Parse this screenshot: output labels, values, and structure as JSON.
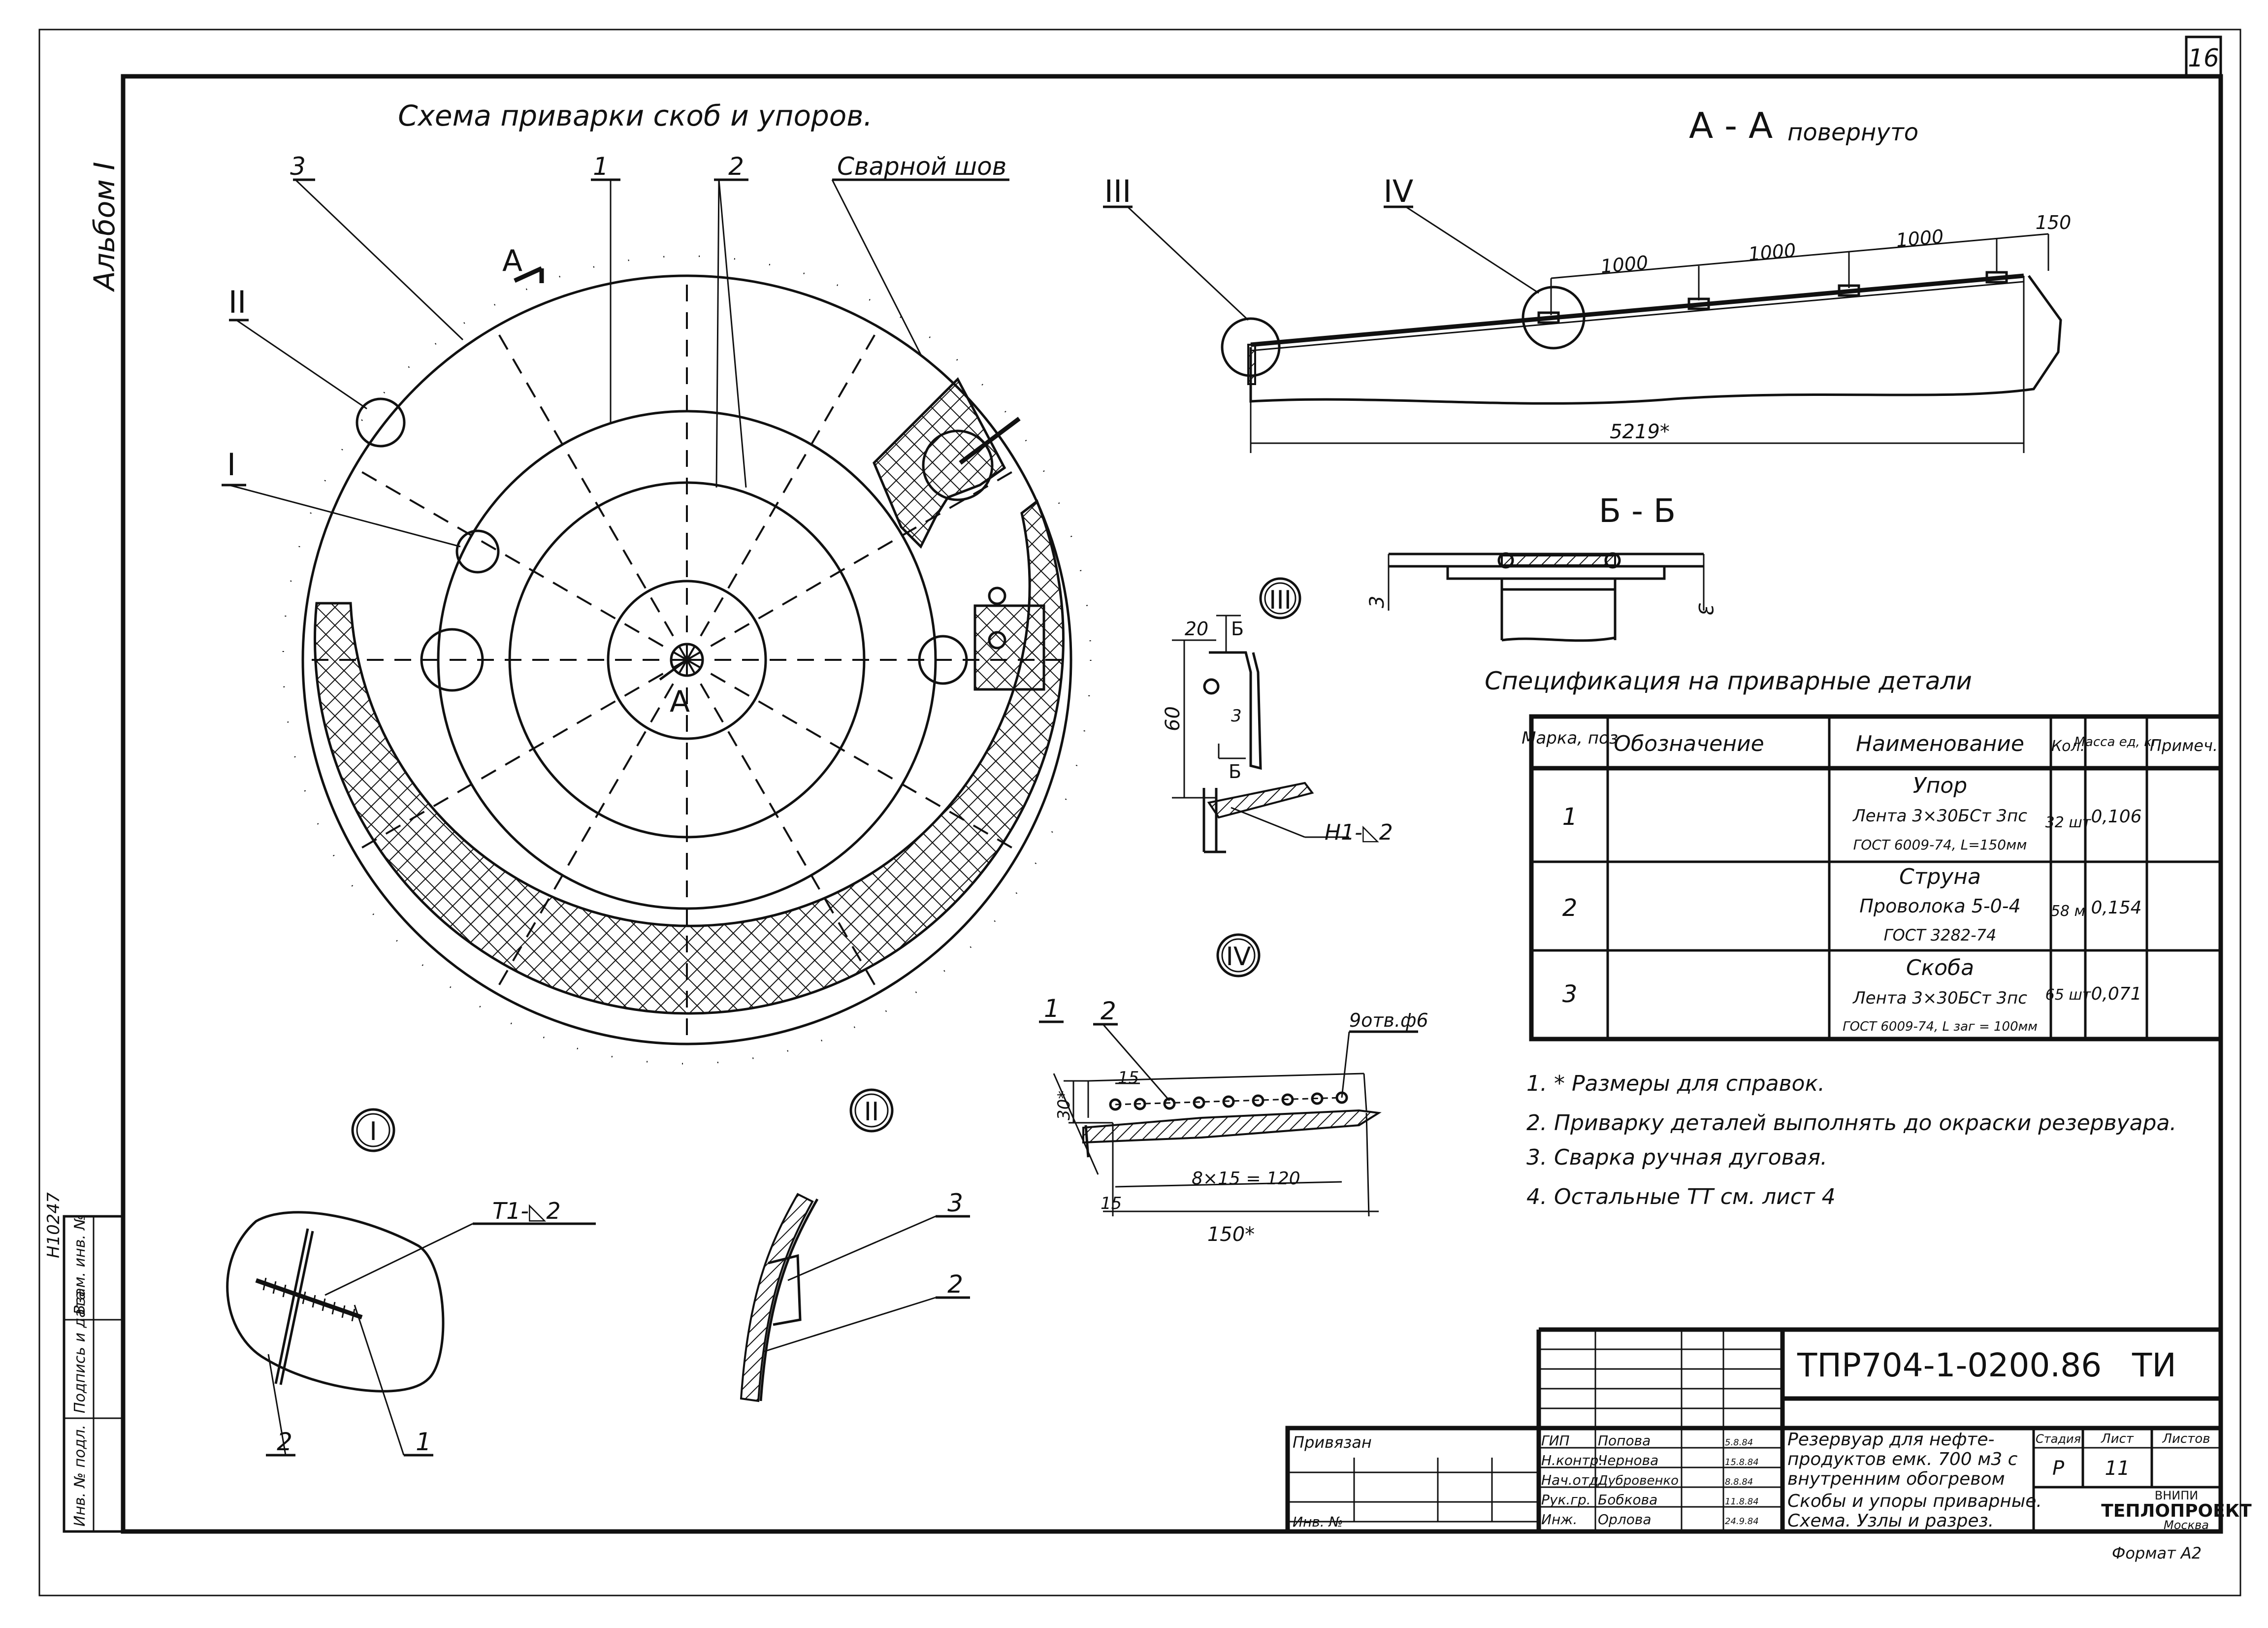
{
  "sheet_number": "16",
  "album_label": "Альбом I",
  "inventory_number": "Н10247",
  "side_stamp": [
    "Инв. № подл.",
    "Подпись и дата",
    "Взам. инв. №"
  ],
  "main_title": "Схема приварки скоб и упоров.",
  "weld_label": "Сварной шов",
  "section_aa": {
    "title": "А - А",
    "subtitle": "повернуто",
    "dims": [
      "1000",
      "1000",
      "1000",
      "150"
    ],
    "total": "5219*"
  },
  "section_bb": {
    "title": "Б - Б",
    "dims": [
      "3",
      "3"
    ]
  },
  "callouts": {
    "plan": [
      "1",
      "2",
      "3"
    ],
    "nodes": [
      "I",
      "II",
      "III",
      "IV"
    ],
    "section_mark": "А"
  },
  "node_I": {
    "label": "I",
    "weld": "Т1-◺2",
    "positions": [
      "2",
      "1"
    ]
  },
  "node_II": {
    "label": "II",
    "positions": [
      "3",
      "2"
    ]
  },
  "node_III": {
    "label": "III",
    "dims": [
      "20",
      "60",
      "3"
    ],
    "section_marks": [
      "Б",
      "Б"
    ],
    "weld": "Н1-◺2"
  },
  "node_IV": {
    "label": "IV",
    "positions": [
      "1",
      "2"
    ],
    "holes": "9отв.ф6",
    "dims": [
      "15",
      "30*",
      "15",
      "8×15 = 120",
      "150*"
    ]
  },
  "spec": {
    "title": "Спецификация на приварные детали",
    "headers": [
      "Марка, поз",
      "Обозначение",
      "Наименование",
      "Кол.",
      "Масса ед, кг",
      "Примеч."
    ],
    "rows": [
      {
        "pos": "1",
        "designation": "",
        "name": [
          "Упор",
          "Лента 3×30БСт 3пс",
          "ГОСТ 6009-74, L=150мм"
        ],
        "qty": "32 шт",
        "mass": "0,106",
        "note": ""
      },
      {
        "pos": "2",
        "designation": "",
        "name": [
          "Струна",
          "Проволока 5-0-4",
          "ГОСТ 3282-74"
        ],
        "qty": "58 м",
        "mass": "0,154",
        "note": ""
      },
      {
        "pos": "3",
        "designation": "",
        "name": [
          "Скоба",
          "Лента 3×30БСт 3пс",
          "ГОСТ 6009-74, L заг = 100мм"
        ],
        "qty": "65 шт",
        "mass": "0,071",
        "note": ""
      }
    ]
  },
  "notes": [
    "1. * Размеры для справок.",
    "2. Приварку деталей выполнять до окраски резервуара.",
    "3. Сварка ручная дуговая.",
    "4. Остальные ТТ см. лист 4"
  ],
  "title_block": {
    "code": "ТПР704-1-0200.86",
    "doc_type": "ТИ",
    "binding": "Привязан",
    "inv_label": "Инв. №",
    "object": [
      "Резервуар для нефте-",
      "продуктов емк. 700 м3 с",
      "внутренним обогревом"
    ],
    "sheet_title": [
      "Скобы и упоры приварные.",
      "Схема. Узлы и разрез."
    ],
    "stage_label": "Стадия",
    "sheet_label": "Лист",
    "sheets_label": "Листов",
    "stage": "Р",
    "sheet": "11",
    "sheets": "",
    "org": [
      "ВНИПИ",
      "ТЕПЛОПРОЕКТ",
      "Москва"
    ],
    "staff": [
      {
        "role": "ГИП",
        "name": "Попова",
        "date": "5.8.84"
      },
      {
        "role": "Н.контр.",
        "name": "Чернова",
        "date": "15.8.84"
      },
      {
        "role": "Нач.отд.",
        "name": "Дубровенко",
        "date": "8.8.84"
      },
      {
        "role": "Рук.гр.",
        "name": "Бобкова",
        "date": "11.8.84"
      },
      {
        "role": "Инж.",
        "name": "Орлова",
        "date": "24.9.84"
      }
    ],
    "format": "Формат А2"
  }
}
